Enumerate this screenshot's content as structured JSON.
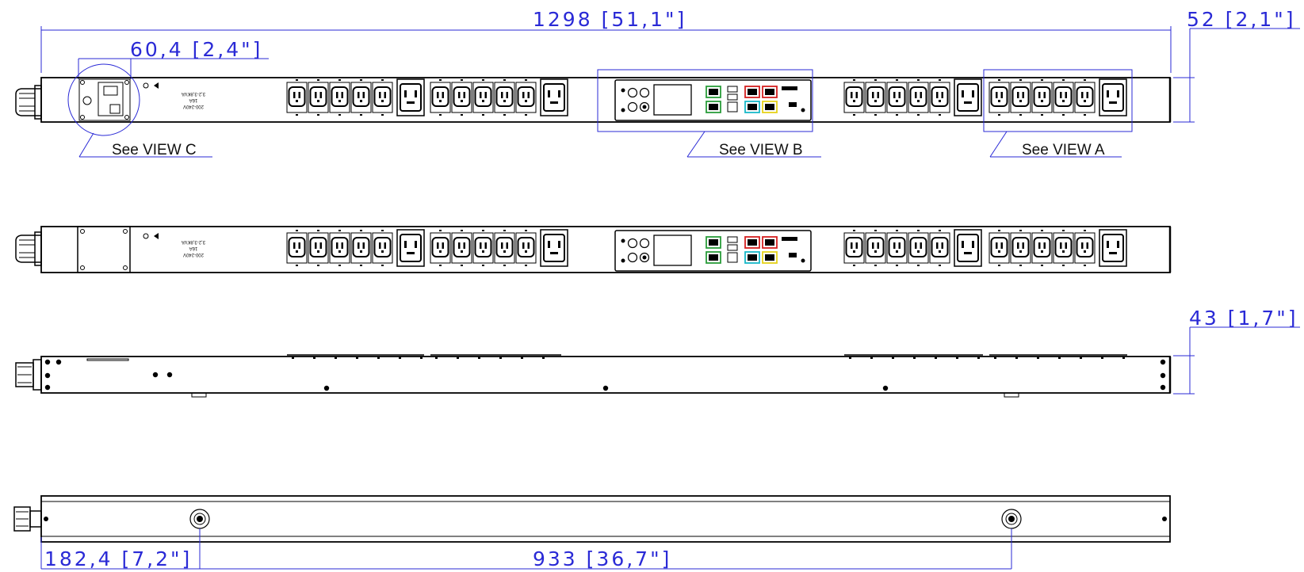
{
  "dimensions": {
    "overall_length": "1298 [51,1\"]",
    "width": "52 [2,1\"]",
    "inlet_section": "60,4 [2,4\"]",
    "depth": "43 [1,7\"]",
    "mount_offset": "182,4 [7,2\"]",
    "mount_spacing": "933 [36,7\"]"
  },
  "callouts": {
    "view_a": "See VIEW A",
    "view_b": "See VIEW B",
    "view_c": "See VIEW C"
  },
  "rating_label": {
    "line1": "200-240V",
    "line2": "16A",
    "line3": "3,2-3,8KVA"
  },
  "outlet_groups": [
    {
      "c13": 5,
      "c19": 1
    },
    {
      "c13": 5,
      "c19": 1
    },
    {
      "c13": 5,
      "c19": 1
    },
    {
      "c13": 5,
      "c19": 1
    }
  ],
  "colors": {
    "dimension": "#2a2ad6",
    "line": "#000000",
    "port_green": "#2a9d3a",
    "port_red": "#d42020",
    "port_cyan": "#18b8c8",
    "port_yellow": "#e6d21a"
  }
}
